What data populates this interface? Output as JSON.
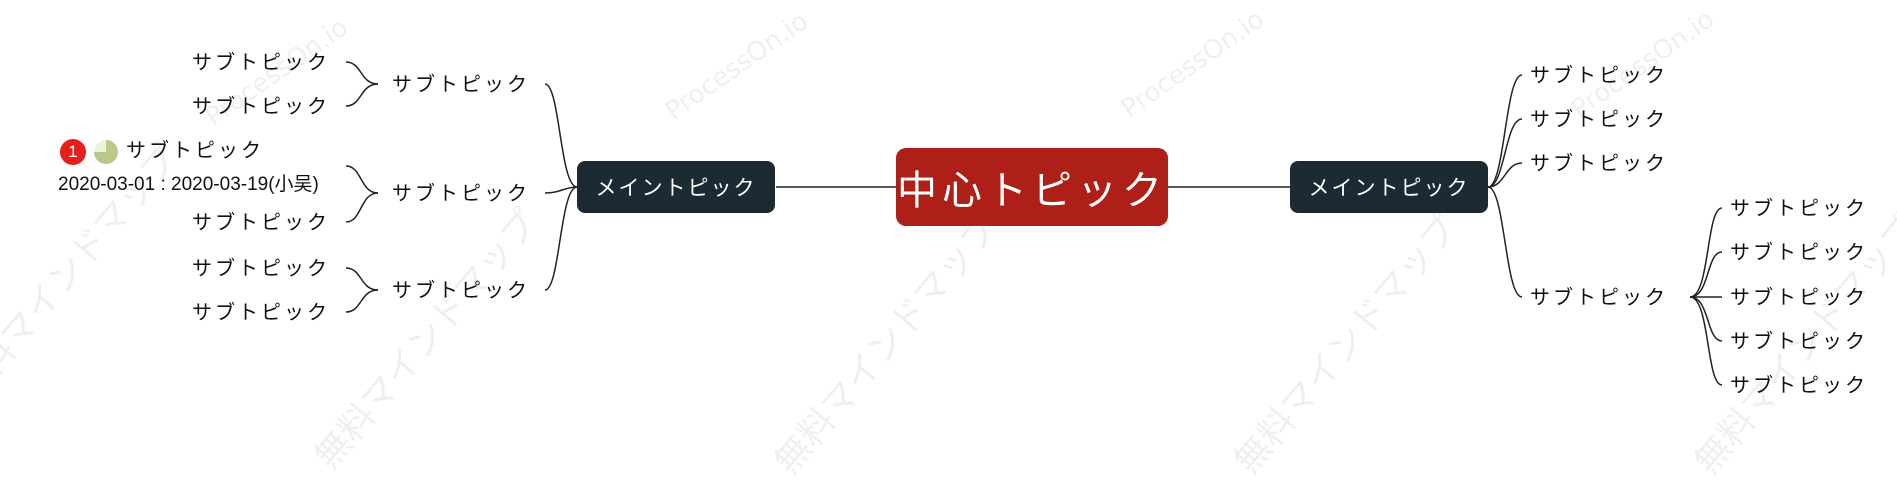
{
  "watermark": {
    "site": "ProcessOn.io",
    "brand": "無料マインドマップ"
  },
  "center_topic": "中心トピック",
  "main_topics": {
    "left": "メイントピック",
    "right": "メイントピック"
  },
  "left_branch": {
    "subtopics": [
      "サブトピック",
      "サブトピック",
      "サブトピック"
    ],
    "group1": [
      "サブトピック",
      "サブトピック"
    ],
    "group2": {
      "task_item": "サブトピック",
      "date_range": "2020-03-01 : 2020-03-19(小吴)",
      "priority": "1",
      "progress": 0.75,
      "plain_item": "サブトピック"
    },
    "group3": [
      "サブトピック",
      "サブトピック"
    ]
  },
  "right_branch": {
    "subtopics": [
      "サブトピック",
      "サブトピック",
      "サブトピック",
      "サブトピック"
    ],
    "group4": [
      "サブトピック",
      "サブトピック",
      "サブトピック",
      "サブトピック",
      "サブトピック"
    ]
  },
  "colors": {
    "center": "#ad1f17",
    "main": "#1b2a33",
    "priority_badge": "#e61e1e",
    "progress": "#b9c98a"
  }
}
